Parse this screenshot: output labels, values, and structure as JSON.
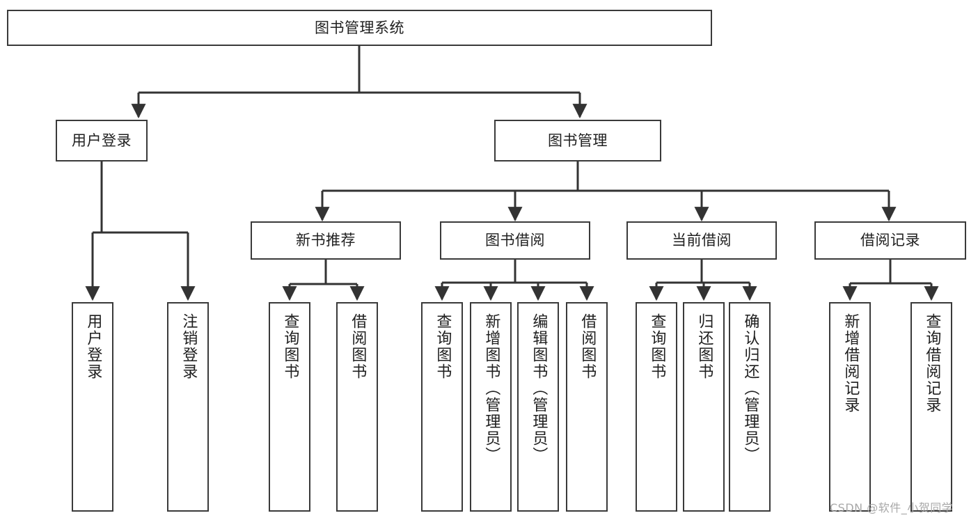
{
  "diagram": {
    "title": "图书管理系统",
    "type": "tree",
    "watermark": "CSDN @软件_小贺同学",
    "colors": {
      "box_border": "#3a3a3a",
      "box_fill": "#ffffff",
      "edge": "#333333",
      "text": "#1f1f1f",
      "watermark": "#a8a8a8",
      "background": "#ffffff"
    },
    "nodes": {
      "root": {
        "label": "图书管理系统"
      },
      "level2": [
        {
          "label": "用户登录"
        },
        {
          "label": "图书管理"
        }
      ],
      "level3": [
        {
          "label": "新书推荐"
        },
        {
          "label": "图书借阅"
        },
        {
          "label": "当前借阅"
        },
        {
          "label": "借阅记录"
        }
      ],
      "leaves": {
        "user_login": [
          {
            "label": "用户登录"
          },
          {
            "label": "注销登录"
          }
        ],
        "new_book_recommend": [
          {
            "label": "查询图书"
          },
          {
            "label": "借阅图书"
          }
        ],
        "book_borrow": [
          {
            "label": "查询图书"
          },
          {
            "label": "新增图书（管理员）"
          },
          {
            "label": "编辑图书（管理员）"
          },
          {
            "label": "借阅图书"
          }
        ],
        "current_borrow": [
          {
            "label": "查询图书"
          },
          {
            "label": "归还图书"
          },
          {
            "label": "确认归还（管理员）"
          }
        ],
        "borrow_record": [
          {
            "label": "新增借阅记录"
          },
          {
            "label": "查询借阅记录"
          }
        ]
      }
    }
  }
}
